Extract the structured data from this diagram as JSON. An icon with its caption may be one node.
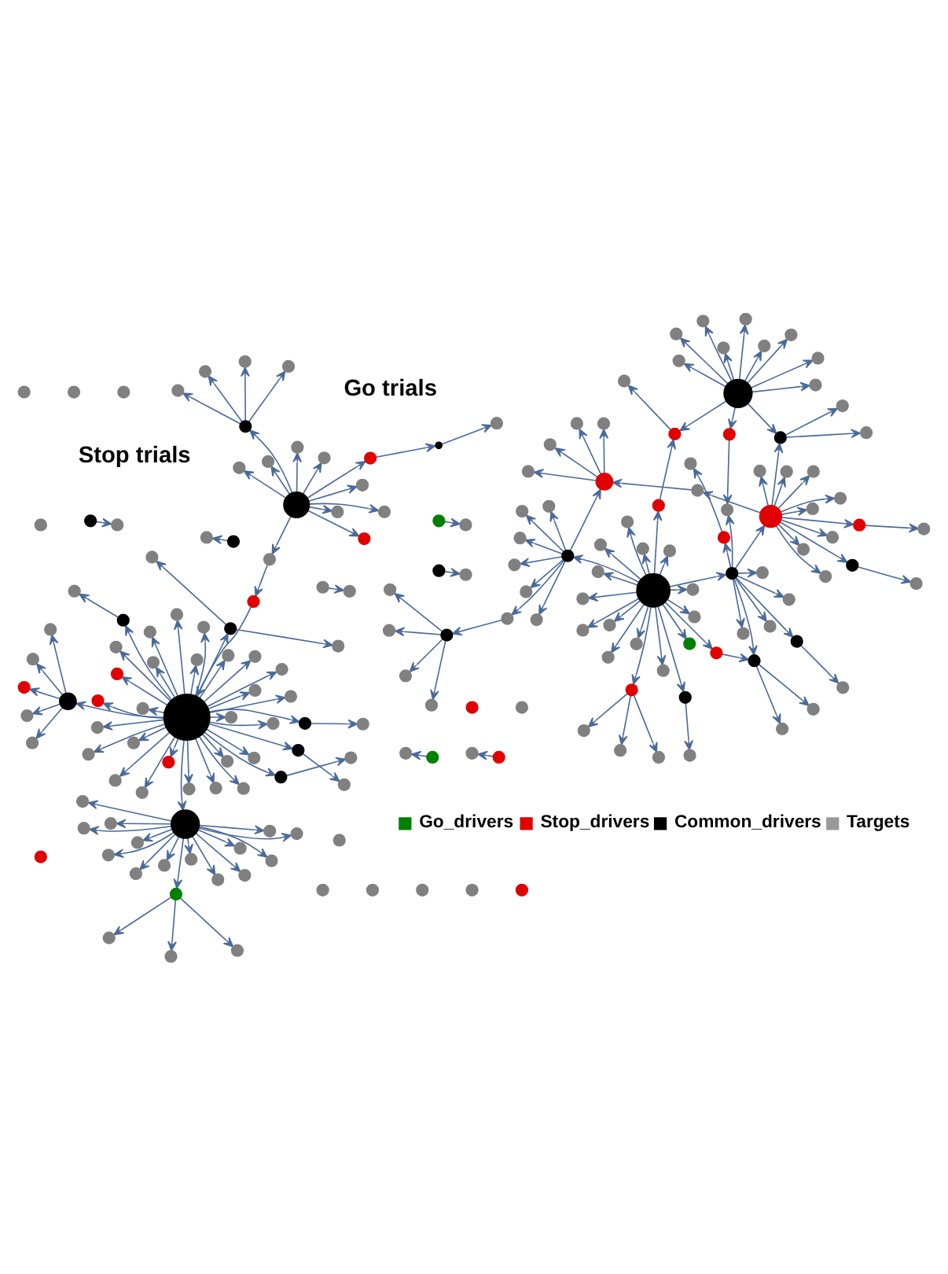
{
  "diagram": {
    "nodes": [
      {
        "text": [],
        "shape": "circle"
      },
      {
        "text": [],
        "shape": "circle"
      },
      {
        "text": [],
        "shape": "circle"
      },
      {
        "text": [],
        "shape": "circle"
      },
      {
        "text": [],
        "shape": "circle"
      },
      {
        "text": [],
        "shape": "circle"
      },
      {
        "text": [],
        "shape": "circle"
      },
      {
        "text": [],
        "shape": "circle"
      },
      {
        "text": [],
        "shape": "circle"
      },
      {
        "text": [],
        "shape": "circle"
      },
      {
        "text": [],
        "shape": "circle"
      },
      {
        "text": [],
        "shape": "circle"
      },
      {
        "text": [],
        "shape": "circle"
      },
      {
        "text": [],
        "shape": "circle"
      },
      {
        "text": [],
        "shape": "circle"
      },
      {
        "text": [],
        "shape": "circle"
      },
      {
        "text": [],
        "shape": "circle"
      },
      {
        "text": [],
        "shape": "circle"
      },
      {
        "text": [],
        "shape": "circle"
      },
      {
        "text": [],
        "shape": "circle"
      },
      {
        "text": [],
        "shape": "circle"
      },
      {
        "text": [],
        "shape": "circle"
      },
      {
        "text": [],
        "shape": "circle"
      },
      {
        "text": [],
        "shape": "circle"
      },
      {
        "text": [],
        "shape": "circle"
      },
      {
        "text": [],
        "shape": "circle"
      },
      {
        "text": [],
        "shape": "circle"
      },
      {
        "text": [],
        "shape": "circle"
      },
      {
        "text": [],
        "shape": "circle"
      },
      {
        "text": [],
        "shape": "circle"
      },
      {
        "text": [],
        "shape": "circle"
      },
      {
        "text": [],
        "shape": "circle"
      },
      {
        "text": [],
        "shape": "circle"
      },
      {
        "text": [],
        "shape": "circle"
      },
      {
        "text": [],
        "shape": "circle"
      },
      {
        "text": [],
        "shape": "circle"
      },
      {
        "text": [],
        "shape": "circle"
      },
      {
        "text": [],
        "shape": "circle"
      },
      {
        "text": [],
        "shape": "circle"
      },
      {
        "text": [],
        "shape": "circle"
      },
      {
        "text": [],
        "shape": "circle"
      },
      {
        "text": [],
        "shape": "circle"
      },
      {
        "text": [],
        "shape": "circle"
      },
      {
        "text": [],
        "shape": "circle"
      },
      {
        "text": [],
        "shape": "circle"
      },
      {
        "text": [],
        "shape": "circle"
      },
      {
        "text": [],
        "shape": "circle"
      },
      {
        "text": [],
        "shape": "circle"
      },
      {
        "text": [],
        "shape": "circle"
      },
      {
        "text": [],
        "shape": "circle"
      },
      {
        "text": [],
        "shape": "circle"
      },
      {
        "text": [],
        "shape": "circle"
      },
      {
        "text": [],
        "shape": "circle"
      },
      {
        "text": [],
        "shape": "circle"
      },
      {
        "text": [],
        "shape": "circle"
      },
      {
        "text": [],
        "shape": "circle"
      },
      {
        "text": [],
        "shape": "circle"
      },
      {
        "text": [],
        "shape": "circle"
      },
      {
        "text": [],
        "shape": "circle"
      },
      {
        "text": [],
        "shape": "circle"
      },
      {
        "text": [],
        "shape": "circle"
      },
      {
        "text": [],
        "shape": "circle"
      },
      {
        "text": [],
        "shape": "circle"
      },
      {
        "text": [],
        "shape": "circle"
      },
      {
        "text": [],
        "shape": "circle"
      },
      {
        "text": [],
        "shape": "circle"
      },
      {
        "text": [],
        "shape": "circle"
      },
      {
        "text": [],
        "shape": "circle"
      },
      {
        "text": [],
        "shape": "circle"
      },
      {
        "text": [],
        "shape": "circle"
      },
      {
        "text": [],
        "shape": "circle"
      },
      {
        "text": [],
        "shape": "circle"
      },
      {
        "text": [],
        "shape": "circle"
      },
      {
        "text": [],
        "shape": "circle"
      },
      {
        "text": [],
        "shape": "circle"
      },
      {
        "text": [],
        "shape": "circle"
      },
      {
        "text": [],
        "shape": "circle"
      },
      {
        "text": [],
        "shape": "circle"
      },
      {
        "text": [],
        "shape": "circle"
      },
      {
        "text": [],
        "shape": "circle"
      },
      {
        "text": [],
        "shape": "circle"
      },
      {
        "text": [],
        "shape": "circle"
      },
      {
        "text": [],
        "shape": "circle"
      },
      {
        "text": [],
        "shape": "circle"
      },
      {
        "text": [],
        "shape": "circle"
      },
      {
        "text": [],
        "shape": "circle"
      },
      {
        "text": [],
        "shape": "circle"
      },
      {
        "text": [],
        "shape": "circle"
      },
      {
        "text": [],
        "shape": "circle"
      },
      {
        "text": [],
        "shape": "circle"
      },
      {
        "text": [],
        "shape": "circle"
      },
      {
        "text": [],
        "shape": "circle"
      },
      {
        "text": [],
        "shape": "circle"
      },
      {
        "text": [],
        "shape": "circle"
      },
      {
        "text": [],
        "shape": "circle"
      },
      {
        "text": [],
        "shape": "circle"
      },
      {
        "text": [],
        "shape": "circle"
      },
      {
        "text": [],
        "shape": "circle"
      },
      {
        "text": [],
        "shape": "circle"
      },
      {
        "text": [],
        "shape": "circle"
      },
      {
        "text": [],
        "shape": "circle"
      },
      {
        "text": [],
        "shape": "circle"
      },
      {
        "text": [],
        "shape": "circle"
      },
      {
        "text": [],
        "shape": "circle"
      },
      {
        "text": [],
        "shape": "circle"
      },
      {
        "text": [],
        "shape": "circle"
      },
      {
        "text": [],
        "shape": "circle"
      },
      {
        "text": [],
        "shape": "circle"
      },
      {
        "text": [],
        "shape": "circle"
      },
      {
        "text": [],
        "shape": "circle"
      },
      {
        "text": [],
        "shape": "circle"
      },
      {
        "text": [],
        "shape": "circle"
      },
      {
        "text": [],
        "shape": "circle"
      },
      {
        "text": [],
        "shape": "circle"
      },
      {
        "text": [],
        "shape": "circle"
      },
      {
        "text": [],
        "shape": "circle"
      },
      {
        "text": [],
        "shape": "circle"
      },
      {
        "text": [],
        "shape": "circle"
      },
      {
        "text": [],
        "shape": "circle"
      },
      {
        "text": [],
        "shape": "circle"
      },
      {
        "text": [],
        "shape": "circle"
      },
      {
        "text": [],
        "shape": "circle"
      },
      {
        "text": [],
        "shape": "circle"
      },
      {
        "text": [],
        "shape": "circle"
      },
      {
        "text": [],
        "shape": "circle"
      },
      {
        "text": [],
        "shape": "circle"
      },
      {
        "text": [],
        "shape": "circle"
      },
      {
        "text": [],
        "shape": "circle"
      },
      {
        "text": [],
        "shape": "circle"
      },
      {
        "text": [],
        "shape": "circle"
      },
      {
        "text": [],
        "shape": "circle"
      },
      {
        "text": [],
        "shape": "circle"
      },
      {
        "text": [],
        "shape": "circle"
      },
      {
        "text": [],
        "shape": "circle"
      },
      {
        "text": [],
        "shape": "circle"
      },
      {
        "text": [],
        "shape": "circle"
      },
      {
        "text": [],
        "shape": "circle"
      },
      {
        "text": [],
        "shape": "circle"
      },
      {
        "text": [],
        "shape": "circle"
      },
      {
        "text": [],
        "shape": "circle"
      },
      {
        "text": [],
        "shape": "circle"
      },
      {
        "text": [],
        "shape": "circle"
      },
      {
        "text": [],
        "shape": "circle"
      },
      {
        "text": [],
        "shape": "circle"
      },
      {
        "text": [],
        "shape": "circle"
      },
      {
        "text": [],
        "shape": "circle"
      },
      {
        "text": [],
        "shape": "circle"
      },
      {
        "text": [],
        "shape": "circle"
      },
      {
        "text": [],
        "shape": "circle"
      },
      {
        "text": [],
        "shape": "circle"
      },
      {
        "text": [],
        "shape": "circle"
      },
      {
        "text": [],
        "shape": "circle"
      },
      {
        "text": [],
        "shape": "circle"
      },
      {
        "text": [],
        "shape": "circle"
      },
      {
        "text": [],
        "shape": "circle"
      },
      {
        "text": [],
        "shape": "circle"
      },
      {
        "text": [],
        "shape": "circle"
      },
      {
        "text": [],
        "shape": "circle"
      },
      {
        "text": [],
        "shape": "circle"
      },
      {
        "text": [],
        "shape": "circle"
      },
      {
        "text": [],
        "shape": "circle"
      },
      {
        "text": [],
        "shape": "circle"
      },
      {
        "text": [],
        "shape": "circle"
      },
      {
        "text": [],
        "shape": "circle"
      },
      {
        "text": [],
        "shape": "circle"
      },
      {
        "text": [],
        "shape": "circle"
      },
      {
        "text": [],
        "shape": "circle"
      },
      {
        "text": [],
        "shape": "circle"
      },
      {
        "text": [],
        "shape": "circle"
      },
      {
        "text": [],
        "shape": "circle"
      },
      {
        "text": [],
        "shape": "circle"
      },
      {
        "text": [],
        "shape": "circle"
      },
      {
        "text": [],
        "shape": "circle"
      },
      {
        "text": [],
        "shape": "circle"
      },
      {
        "text": [],
        "shape": "circle"
      },
      {
        "text": [],
        "shape": "circle"
      },
      {
        "text": [],
        "shape": "circle"
      },
      {
        "text": [],
        "shape": "circle"
      },
      {
        "text": [],
        "shape": "circle"
      },
      {
        "text": [],
        "shape": "circle"
      },
      {
        "text": [],
        "shape": "circle"
      },
      {
        "text": [],
        "shape": "circle"
      },
      {
        "text": [],
        "shape": "circle"
      },
      {
        "text": [],
        "shape": "circle"
      },
      {
        "text": [],
        "shape": "circle"
      },
      {
        "text": [],
        "shape": "circle"
      },
      {
        "text": [],
        "shape": "circle"
      },
      {
        "text": [],
        "shape": "circle"
      },
      {
        "text": [],
        "shape": "circle"
      },
      {
        "text": [],
        "shape": "circle"
      },
      {
        "text": [],
        "shape": "circle"
      },
      {
        "text": [],
        "shape": "circle"
      },
      {
        "text": [],
        "shape": "circle"
      },
      {
        "text": [],
        "shape": "circle"
      }
    ],
    "edges": [
      {
        "from": 0,
        "to": 1,
        "arrow": "to"
      },
      {
        "from": 1,
        "to": 2,
        "arrow": "to"
      },
      {
        "from": 1,
        "to": 3,
        "arrow": "to"
      },
      {
        "from": 1,
        "to": 4,
        "arrow": "to"
      },
      {
        "from": 1,
        "to": 5,
        "arrow": "to"
      },
      {
        "from": 1,
        "to": 6,
        "arrow": "to"
      },
      {
        "from": 0,
        "to": 7,
        "arrow": "to"
      },
      {
        "from": 7,
        "to": 8,
        "arrow": "to"
      },
      {
        "from": 0,
        "to": 9,
        "arrow": "to"
      },
      {
        "from": 9,
        "to": 10,
        "arrow": "to"
      },
      {
        "from": 0,
        "to": 11,
        "arrow": "to"
      },
      {
        "from": 11,
        "to": 12,
        "arrow": "to"
      },
      {
        "from": 0,
        "to": 13,
        "arrow": "to"
      },
      {
        "from": 13,
        "to": 14,
        "arrow": "to"
      },
      {
        "from": 0,
        "to": 15,
        "arrow": "to"
      },
      {
        "from": 15,
        "to": 16,
        "arrow": "to"
      },
      {
        "from": 15,
        "to": 17,
        "arrow": "to"
      },
      {
        "from": 0,
        "to": 18,
        "arrow": "to"
      },
      {
        "from": 0,
        "to": 19,
        "arrow": "to"
      },
      {
        "from": 0,
        "to": 20,
        "arrow": "to"
      },
      {
        "from": 0,
        "to": 21,
        "arrow": "to"
      },
      {
        "from": 0,
        "to": 22,
        "arrow": "to"
      },
      {
        "from": 0,
        "to": 23,
        "arrow": "to"
      },
      {
        "from": 0,
        "to": 24,
        "arrow": "to"
      },
      {
        "from": 0,
        "to": 25,
        "arrow": "to"
      },
      {
        "from": 0,
        "to": 26,
        "arrow": "to"
      },
      {
        "from": 0,
        "to": 27,
        "arrow": "to"
      },
      {
        "from": 0,
        "to": 28,
        "arrow": "to"
      },
      {
        "from": 0,
        "to": 29,
        "arrow": "to"
      },
      {
        "from": 0,
        "to": 30,
        "arrow": "to"
      },
      {
        "from": 0,
        "to": 31,
        "arrow": "to"
      },
      {
        "from": 0,
        "to": 32,
        "arrow": "to"
      },
      {
        "from": 0,
        "to": 33,
        "arrow": "to"
      },
      {
        "from": 0,
        "to": 34,
        "arrow": "to"
      },
      {
        "from": 0,
        "to": 35,
        "arrow": "to"
      },
      {
        "from": 0,
        "to": 36,
        "arrow": "to"
      },
      {
        "from": 0,
        "to": 37,
        "arrow": "to"
      },
      {
        "from": 0,
        "to": 38,
        "arrow": "to"
      },
      {
        "from": 0,
        "to": 39,
        "arrow": "to"
      },
      {
        "from": 0,
        "to": 40,
        "arrow": "to"
      },
      {
        "from": 0,
        "to": 41,
        "arrow": "to"
      },
      {
        "from": 0,
        "to": 42,
        "arrow": "to"
      },
      {
        "from": 0,
        "to": 43,
        "arrow": "to"
      },
      {
        "from": 0,
        "to": 44,
        "arrow": "to"
      },
      {
        "from": 47,
        "to": 46,
        "arrow": "to"
      },
      {
        "from": 46,
        "to": 45,
        "arrow": "to"
      },
      {
        "from": 45,
        "to": 0,
        "arrow": "to"
      },
      {
        "from": 47,
        "to": 48,
        "arrow": "to"
      },
      {
        "from": 47,
        "to": 49,
        "arrow": "to"
      },
      {
        "from": 47,
        "to": 50,
        "arrow": "to"
      },
      {
        "from": 47,
        "to": 51,
        "arrow": "to"
      },
      {
        "from": 47,
        "to": 52,
        "arrow": "to"
      },
      {
        "from": 47,
        "to": 53,
        "arrow": "to"
      },
      {
        "from": 47,
        "to": 54,
        "arrow": "to"
      },
      {
        "from": 47,
        "to": 55,
        "arrow": "to"
      },
      {
        "from": 47,
        "to": 56,
        "arrow": "to"
      },
      {
        "from": 47,
        "to": 57,
        "arrow": "to"
      },
      {
        "from": 57,
        "to": 58,
        "arrow": "to"
      },
      {
        "from": 57,
        "to": 59,
        "arrow": "to"
      },
      {
        "from": 57,
        "to": 60,
        "arrow": "to"
      },
      {
        "from": 57,
        "to": 61,
        "arrow": "to"
      },
      {
        "from": 56,
        "to": 62,
        "arrow": "to"
      },
      {
        "from": 62,
        "to": 63,
        "arrow": "to"
      },
      {
        "from": 0,
        "to": 64,
        "arrow": "to"
      },
      {
        "from": 64,
        "to": 65,
        "arrow": "to"
      },
      {
        "from": 64,
        "to": 66,
        "arrow": "to"
      },
      {
        "from": 64,
        "to": 67,
        "arrow": "to"
      },
      {
        "from": 64,
        "to": 68,
        "arrow": "to"
      },
      {
        "from": 64,
        "to": 69,
        "arrow": "to"
      },
      {
        "from": 64,
        "to": 70,
        "arrow": "to"
      },
      {
        "from": 64,
        "to": 71,
        "arrow": "to"
      },
      {
        "from": 64,
        "to": 72,
        "arrow": "to"
      },
      {
        "from": 64,
        "to": 73,
        "arrow": "to"
      },
      {
        "from": 64,
        "to": 74,
        "arrow": "to"
      },
      {
        "from": 64,
        "to": 75,
        "arrow": "to"
      },
      {
        "from": 64,
        "to": 76,
        "arrow": "to"
      },
      {
        "from": 64,
        "to": 77,
        "arrow": "to"
      },
      {
        "from": 64,
        "to": 78,
        "arrow": "to"
      },
      {
        "from": 64,
        "to": 79,
        "arrow": "to"
      },
      {
        "from": 79,
        "to": 80,
        "arrow": "to"
      },
      {
        "from": 79,
        "to": 81,
        "arrow": "to"
      },
      {
        "from": 79,
        "to": 82,
        "arrow": "to"
      },
      {
        "from": 83,
        "to": 84,
        "arrow": "to"
      },
      {
        "from": 86,
        "to": 85,
        "arrow": "to"
      },
      {
        "from": 88,
        "to": 87,
        "arrow": "to"
      },
      {
        "from": 98,
        "to": 99,
        "arrow": "to"
      },
      {
        "from": 98,
        "to": 100,
        "arrow": "to"
      },
      {
        "from": 98,
        "to": 101,
        "arrow": "to"
      },
      {
        "from": 98,
        "to": 102,
        "arrow": "to"
      },
      {
        "from": 98,
        "to": 103,
        "arrow": "to"
      },
      {
        "from": 98,
        "to": 104,
        "arrow": "to"
      },
      {
        "from": 98,
        "to": 105,
        "arrow": "to"
      },
      {
        "from": 98,
        "to": 106,
        "arrow": "to"
      },
      {
        "from": 98,
        "to": 107,
        "arrow": "to"
      },
      {
        "from": 107,
        "to": 108,
        "arrow": "to"
      },
      {
        "from": 98,
        "to": 109,
        "arrow": "to"
      },
      {
        "from": 109,
        "to": 110,
        "arrow": "to"
      },
      {
        "from": 98,
        "to": 112,
        "arrow": "to"
      },
      {
        "from": 113,
        "to": 111,
        "arrow": "to"
      },
      {
        "from": 112,
        "to": 114,
        "arrow": "to"
      },
      {
        "from": 114,
        "to": 115,
        "arrow": "to"
      },
      {
        "from": 114,
        "to": 116,
        "arrow": "to"
      },
      {
        "from": 114,
        "to": 117,
        "arrow": "to"
      },
      {
        "from": 114,
        "to": 118,
        "arrow": "to"
      },
      {
        "from": 119,
        "to": 114,
        "arrow": "to"
      },
      {
        "from": 119,
        "to": 120,
        "arrow": "to"
      },
      {
        "from": 119,
        "to": 121,
        "arrow": "to"
      },
      {
        "from": 119,
        "to": 122,
        "arrow": "to"
      },
      {
        "from": 119,
        "to": 123,
        "arrow": "to"
      },
      {
        "from": 119,
        "to": 124,
        "arrow": "to"
      },
      {
        "from": 119,
        "to": 125,
        "arrow": "to"
      },
      {
        "from": 119,
        "to": 126,
        "arrow": "to"
      },
      {
        "from": 126,
        "to": 127,
        "arrow": "to"
      },
      {
        "from": 127,
        "to": 128,
        "arrow": "to"
      },
      {
        "from": 127,
        "to": 129,
        "arrow": "to"
      },
      {
        "from": 127,
        "to": 130,
        "arrow": "to"
      },
      {
        "from": 127,
        "to": 131,
        "arrow": "to"
      },
      {
        "from": 133,
        "to": 132,
        "arrow": "to"
      },
      {
        "from": 98,
        "to": 132,
        "arrow": "to"
      },
      {
        "from": 132,
        "to": 134,
        "arrow": "to"
      },
      {
        "from": 132,
        "to": 135,
        "arrow": "to"
      },
      {
        "from": 133,
        "to": 136,
        "arrow": "to"
      },
      {
        "from": 133,
        "to": 137,
        "arrow": "to"
      },
      {
        "from": 133,
        "to": 138,
        "arrow": "to"
      },
      {
        "from": 133,
        "to": 139,
        "arrow": "to"
      },
      {
        "from": 133,
        "to": 140,
        "arrow": "to"
      },
      {
        "from": 133,
        "to": 141,
        "arrow": "to"
      },
      {
        "from": 133,
        "to": 142,
        "arrow": "to"
      },
      {
        "from": 133,
        "to": 143,
        "arrow": "to"
      },
      {
        "from": 133,
        "to": 144,
        "arrow": "to"
      },
      {
        "from": 133,
        "to": 145,
        "arrow": "to"
      },
      {
        "from": 145,
        "to": 146,
        "arrow": "to"
      },
      {
        "from": 147,
        "to": 146,
        "arrow": "to"
      },
      {
        "from": 147,
        "to": 98,
        "arrow": "to"
      },
      {
        "from": 147,
        "to": 113,
        "arrow": "to"
      },
      {
        "from": 147,
        "to": 148,
        "arrow": "to"
      },
      {
        "from": 147,
        "to": 149,
        "arrow": "to"
      },
      {
        "from": 147,
        "to": 150,
        "arrow": "to"
      },
      {
        "from": 147,
        "to": 151,
        "arrow": "to"
      },
      {
        "from": 147,
        "to": 152,
        "arrow": "to"
      },
      {
        "from": 152,
        "to": 153,
        "arrow": "to"
      },
      {
        "from": 152,
        "to": 154,
        "arrow": "to"
      },
      {
        "from": 155,
        "to": 152,
        "arrow": "to"
      },
      {
        "from": 147,
        "to": 156,
        "arrow": "to"
      },
      {
        "from": 156,
        "to": 157,
        "arrow": "to"
      },
      {
        "from": 158,
        "to": 147,
        "arrow": "to"
      },
      {
        "from": 158,
        "to": 155,
        "arrow": "to"
      },
      {
        "from": 158,
        "to": 119,
        "arrow": "to"
      },
      {
        "from": 158,
        "to": 159,
        "arrow": "to"
      },
      {
        "from": 159,
        "to": 160,
        "arrow": "to"
      },
      {
        "from": 133,
        "to": 160,
        "arrow": "to"
      },
      {
        "from": 160,
        "to": 161,
        "arrow": "to"
      },
      {
        "from": 158,
        "to": 162,
        "arrow": "to"
      },
      {
        "from": 158,
        "to": 163,
        "arrow": "to"
      },
      {
        "from": 158,
        "to": 164,
        "arrow": "to"
      },
      {
        "from": 158,
        "to": 165,
        "arrow": "to"
      },
      {
        "from": 158,
        "to": 166,
        "arrow": "to"
      },
      {
        "from": 158,
        "to": 167,
        "arrow": "to"
      },
      {
        "from": 158,
        "to": 168,
        "arrow": "to"
      },
      {
        "from": 158,
        "to": 169,
        "arrow": "to"
      },
      {
        "from": 158,
        "to": 170,
        "arrow": "to"
      },
      {
        "from": 158,
        "to": 171,
        "arrow": "to"
      },
      {
        "from": 158,
        "to": 172,
        "arrow": "to"
      },
      {
        "from": 158,
        "to": 173,
        "arrow": "to"
      },
      {
        "from": 158,
        "to": 174,
        "arrow": "to"
      },
      {
        "from": 174,
        "to": 175,
        "arrow": "to"
      },
      {
        "from": 158,
        "to": 176,
        "arrow": "to"
      },
      {
        "from": 176,
        "to": 177,
        "arrow": "to"
      },
      {
        "from": 176,
        "to": 178,
        "arrow": "to"
      },
      {
        "from": 176,
        "to": 179,
        "arrow": "to"
      },
      {
        "from": 158,
        "to": 180,
        "arrow": "to"
      },
      {
        "from": 158,
        "to": 181,
        "arrow": "to"
      },
      {
        "from": 182,
        "to": 183,
        "arrow": "to"
      },
      {
        "from": 184,
        "to": 185,
        "arrow": "to"
      },
      {
        "from": 186,
        "to": 187,
        "arrow": "to"
      },
      {
        "from": 189,
        "to": 188,
        "arrow": "to"
      }
    ],
    "labels": [
      "Go trials",
      "Stop trials"
    ],
    "legend": [
      {
        "text": "Go_drivers",
        "color": "#008000"
      },
      {
        "text": "Stop_drivers",
        "color": "#e00000"
      },
      {
        "text": "Common_drivers",
        "color": "#000000"
      },
      {
        "text": "Targets",
        "color": "#999999"
      }
    ]
  }
}
